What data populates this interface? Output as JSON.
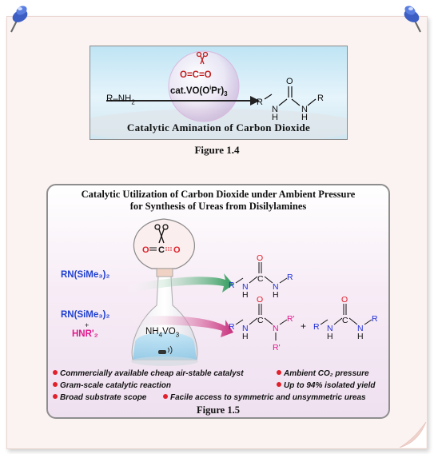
{
  "figure_top": {
    "amine": "R–NH",
    "amine_sub": "2",
    "co2": "O=C=O",
    "catalyst_main": "cat.VO(O",
    "catalyst_sup": "i",
    "catalyst_tail": "Pr)",
    "catalyst_sub": "3",
    "title": "Catalytic Amination of Carbon Dioxide",
    "caption": "Figure 1.4"
  },
  "figure_bottom": {
    "title_line1": "Catalytic Utilization of Carbon Dioxide under Ambient Pressure",
    "title_line2": "for Synthesis of Ureas from Disilylamines",
    "reagent1": "RN(SiMe₃)₂",
    "reagent2": "RN(SiMe₃)₂",
    "plus_sign": "+",
    "reagent3": "HNR'₂",
    "catalyst_main": "NH",
    "catalyst_sub1": "4",
    "catalyst_mid": "VO",
    "catalyst_sub2": "3",
    "features": [
      "Commercially available cheap air-stable catalyst",
      "Ambient CO₂ pressure",
      "Gram-scale catalytic reaction",
      "Up to 94% isolated yield",
      "Broad substrate scope",
      "Facile access to symmetric and unsymmetric ureas"
    ],
    "caption": "Figure 1.5"
  },
  "colors": {
    "reagent_blue": "#1f3fd0",
    "reagent_magenta": "#e0188c",
    "oxygen_red": "#e0202a",
    "nitrogen_blue": "#2030d8",
    "bullet_red": "#e0202a",
    "arrow_green": "#2f9a5a",
    "arrow_magenta": "#c8307c"
  }
}
